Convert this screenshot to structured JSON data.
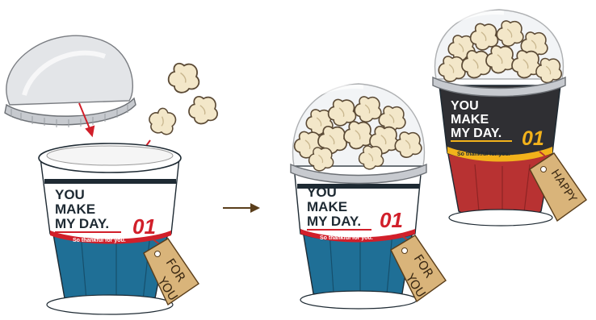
{
  "cup_left": {
    "line1": "YOU",
    "line2": "MAKE",
    "line3": "MY DAY.",
    "number": "01",
    "subtitle": "So thankful for you.",
    "tag_line1": "FOR",
    "tag_line2": "YOU"
  },
  "cup_middle": {
    "line1": "YOU",
    "line2": "MAKE",
    "line3": "MY DAY.",
    "number": "01",
    "subtitle": "So thankful for you.",
    "tag_line1": "FOR",
    "tag_line2": "YOU"
  },
  "cup_right": {
    "line1": "YOU",
    "line2": "MAKE",
    "line3": "MY DAY.",
    "number": "01",
    "subtitle": "So thankful for you.",
    "tag_line1": "HAPPY"
  },
  "colors": {
    "blue_band": "#1f6f96",
    "red_band": "#b83232",
    "dark_label": "#2f2f33",
    "accent_red": "#d11f2a",
    "accent_yellow": "#f2b21b",
    "tag_kraft": "#d9b47a",
    "popcorn": "#f3e7c9",
    "lid": "#cfd2d6",
    "arrow": "#5a3e1b"
  }
}
